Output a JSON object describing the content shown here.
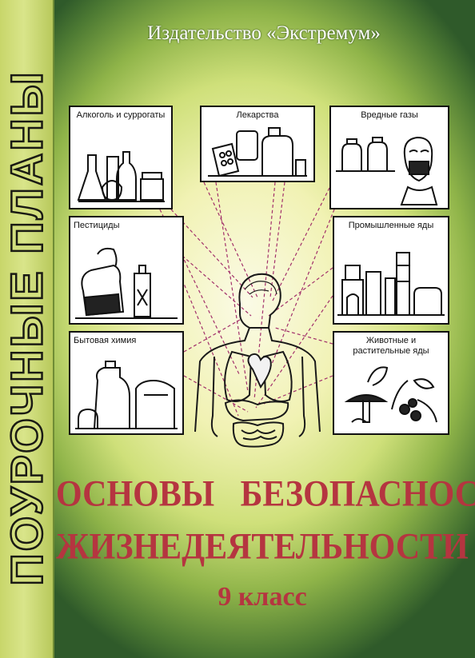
{
  "cover": {
    "publisher": "Издательство «Экстремум»",
    "series": "ПОУРОЧНЫЕ ПЛАНЫ",
    "title_line1": "ОСНОВЫ БЕЗОПАСНОСТИ",
    "title_line2": "ЖИЗНЕДЕЯТЕЛЬНОСТИ",
    "grade": "9 класс"
  },
  "panels": [
    {
      "label": "Алкоголь и суррогаты",
      "icon": "bottles-glassware"
    },
    {
      "label": "Лекарства",
      "icon": "medicine-pills"
    },
    {
      "label": "Вредные газы",
      "icon": "gas-mask"
    },
    {
      "label": "Пестициды",
      "icon": "pesticide-sacks"
    },
    {
      "label": "Промышленные яды",
      "icon": "factory"
    },
    {
      "label": "Бытовая химия",
      "icon": "household-chemicals"
    },
    {
      "label": "Животные и растительные яды",
      "icon": "poisonous-plants"
    }
  ],
  "colors": {
    "title": "#b53540",
    "background_center": "#fbfbe6",
    "background_edge": "#2f5a2a",
    "spine": "#d3df7e"
  }
}
